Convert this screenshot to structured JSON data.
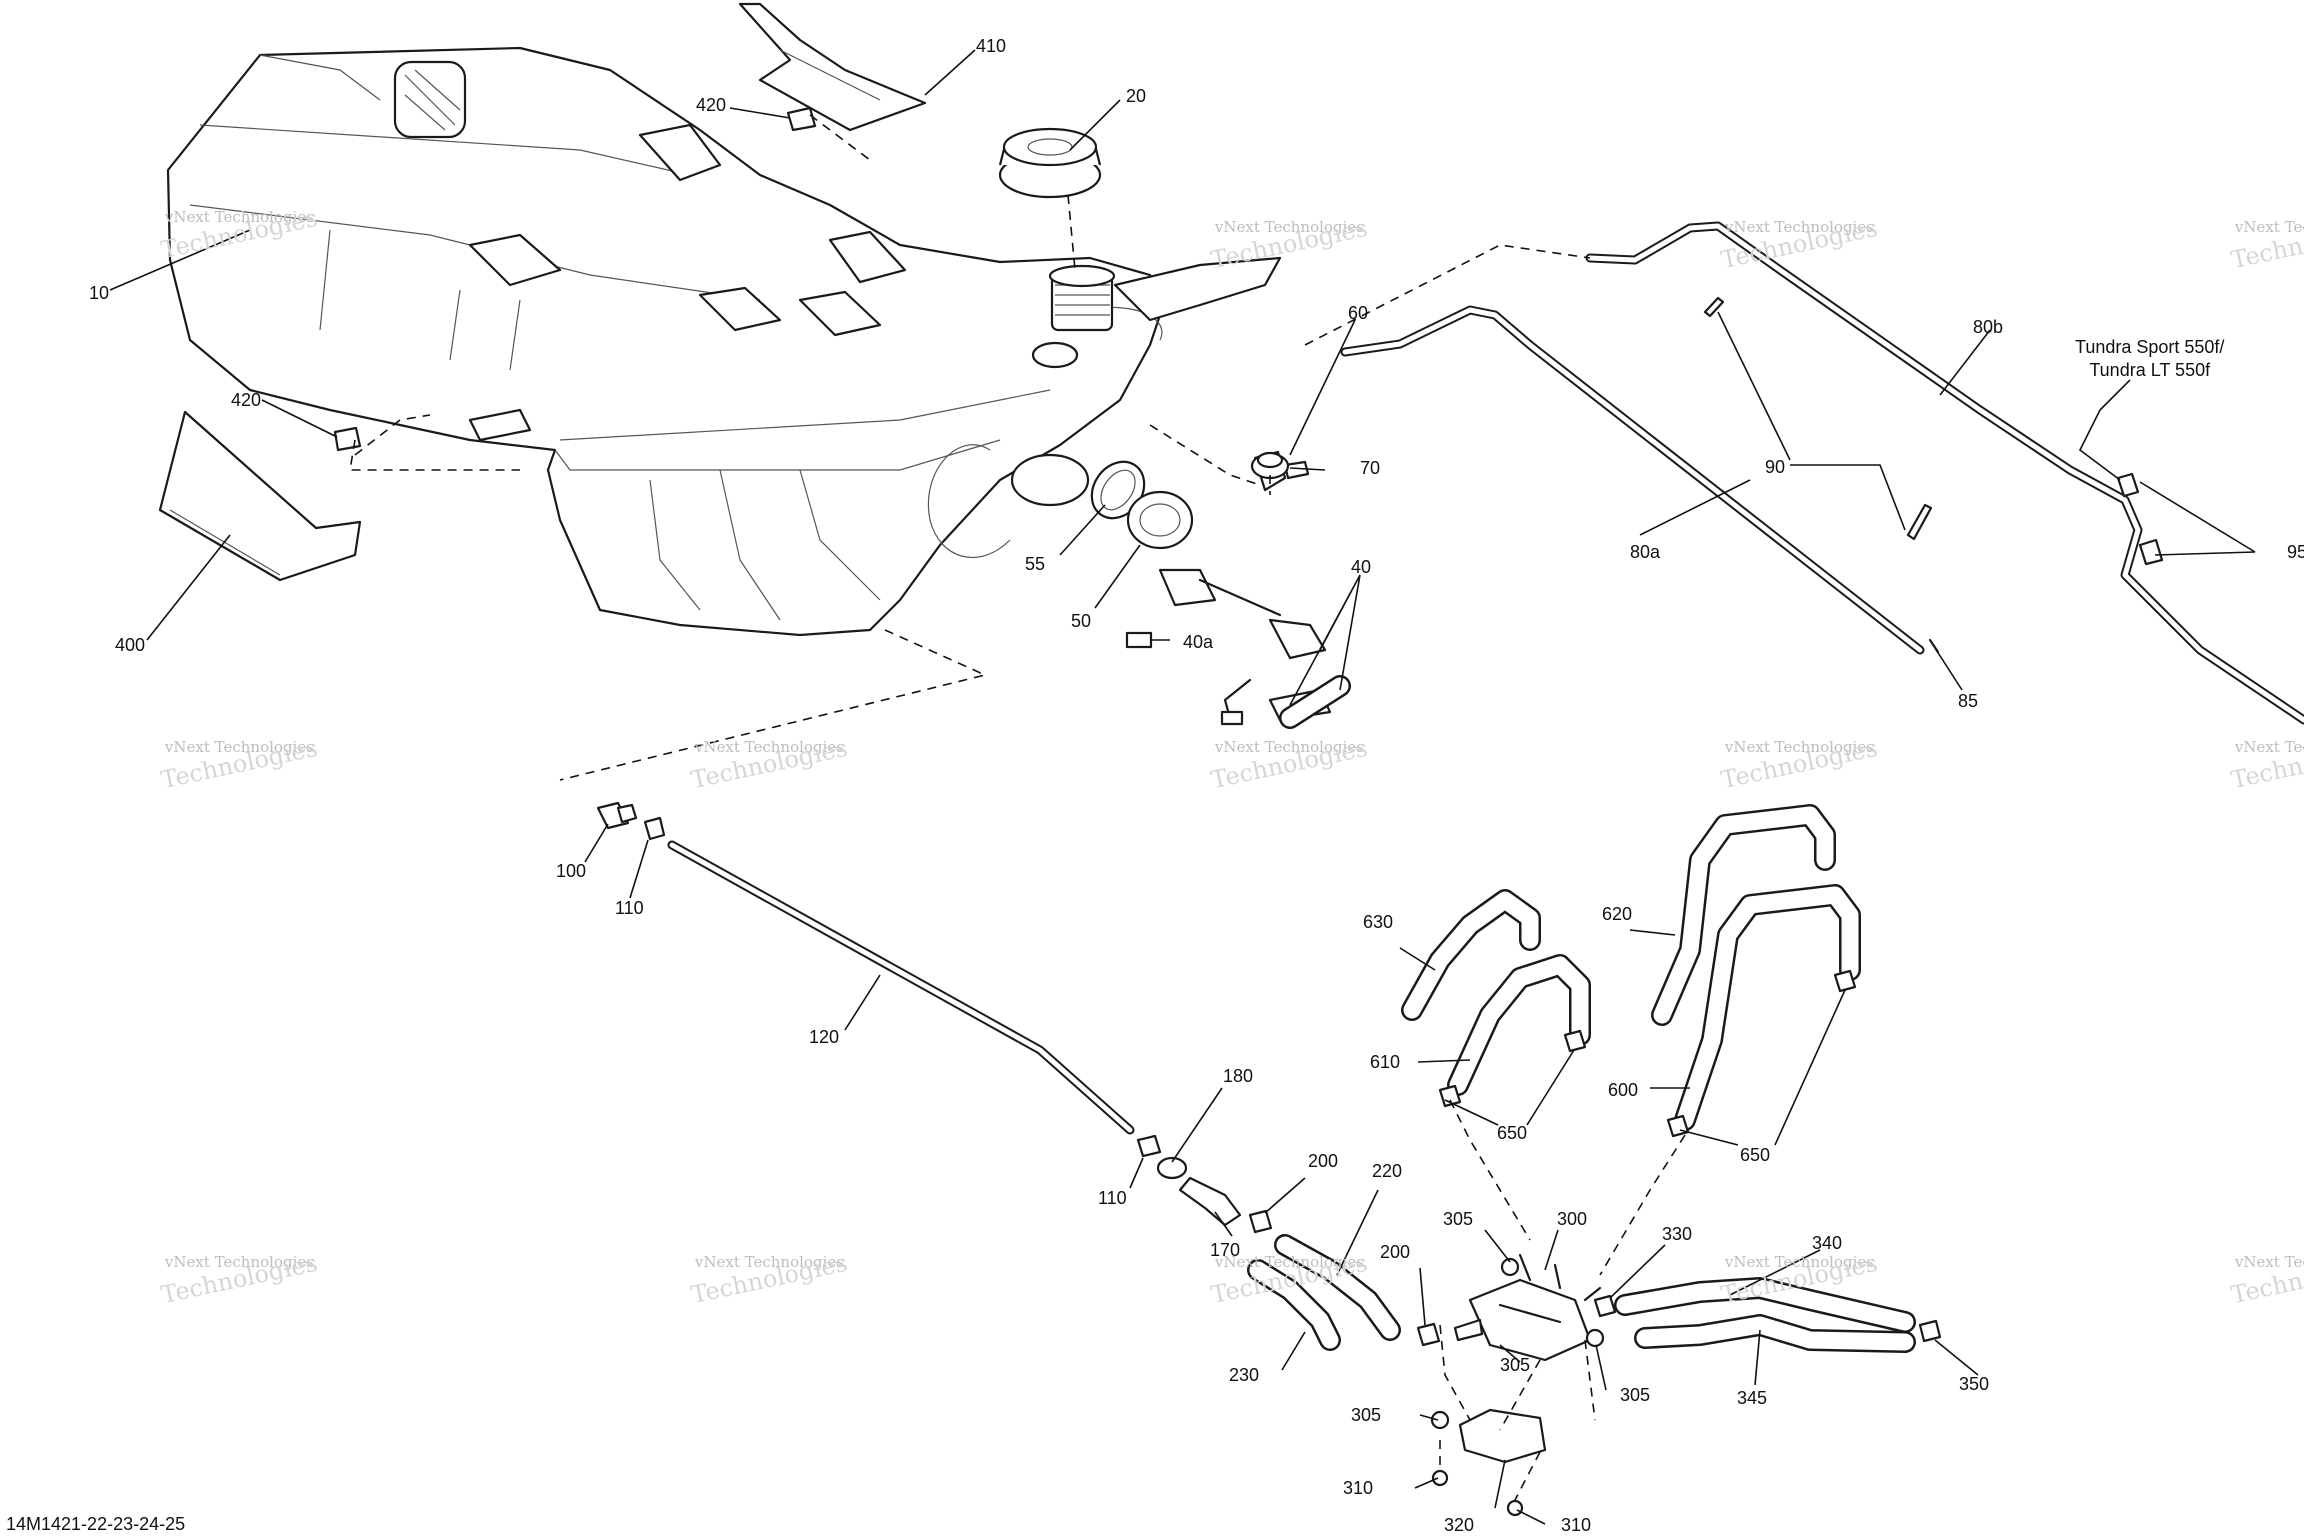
{
  "diagram": {
    "document_code": "14M1421-22-23-24-25",
    "model_note": [
      "Tundra Sport 550f/",
      "Tundra LT 550f"
    ],
    "watermark_line1": "vNext Technologies",
    "watermark_line2": "Technologies",
    "callouts": [
      {
        "key": "c10",
        "text": "10"
      },
      {
        "key": "c20",
        "text": "20"
      },
      {
        "key": "c40",
        "text": "40"
      },
      {
        "key": "c40a",
        "text": "40a"
      },
      {
        "key": "c50",
        "text": "50"
      },
      {
        "key": "c55",
        "text": "55"
      },
      {
        "key": "c60",
        "text": "60"
      },
      {
        "key": "c70",
        "text": "70"
      },
      {
        "key": "c80a",
        "text": "80a"
      },
      {
        "key": "c80b",
        "text": "80b"
      },
      {
        "key": "c85",
        "text": "85"
      },
      {
        "key": "c90",
        "text": "90"
      },
      {
        "key": "c95",
        "text": "95"
      },
      {
        "key": "c100",
        "text": "100"
      },
      {
        "key": "c110a",
        "text": "110"
      },
      {
        "key": "c110b",
        "text": "110"
      },
      {
        "key": "c120",
        "text": "120"
      },
      {
        "key": "c170",
        "text": "170"
      },
      {
        "key": "c180",
        "text": "180"
      },
      {
        "key": "c200a",
        "text": "200"
      },
      {
        "key": "c200b",
        "text": "200"
      },
      {
        "key": "c220",
        "text": "220"
      },
      {
        "key": "c230",
        "text": "230"
      },
      {
        "key": "c300",
        "text": "300"
      },
      {
        "key": "c305a",
        "text": "305"
      },
      {
        "key": "c305b",
        "text": "305"
      },
      {
        "key": "c305c",
        "text": "305"
      },
      {
        "key": "c305d",
        "text": "305"
      },
      {
        "key": "c310a",
        "text": "310"
      },
      {
        "key": "c310b",
        "text": "310"
      },
      {
        "key": "c320",
        "text": "320"
      },
      {
        "key": "c330",
        "text": "330"
      },
      {
        "key": "c340",
        "text": "340"
      },
      {
        "key": "c345",
        "text": "345"
      },
      {
        "key": "c350",
        "text": "350"
      },
      {
        "key": "c400",
        "text": "400"
      },
      {
        "key": "c410",
        "text": "410"
      },
      {
        "key": "c420a",
        "text": "420"
      },
      {
        "key": "c420b",
        "text": "420"
      },
      {
        "key": "c600",
        "text": "600"
      },
      {
        "key": "c610",
        "text": "610"
      },
      {
        "key": "c620",
        "text": "620"
      },
      {
        "key": "c630",
        "text": "630"
      },
      {
        "key": "c650a",
        "text": "650"
      },
      {
        "key": "c650b",
        "text": "650"
      }
    ]
  }
}
